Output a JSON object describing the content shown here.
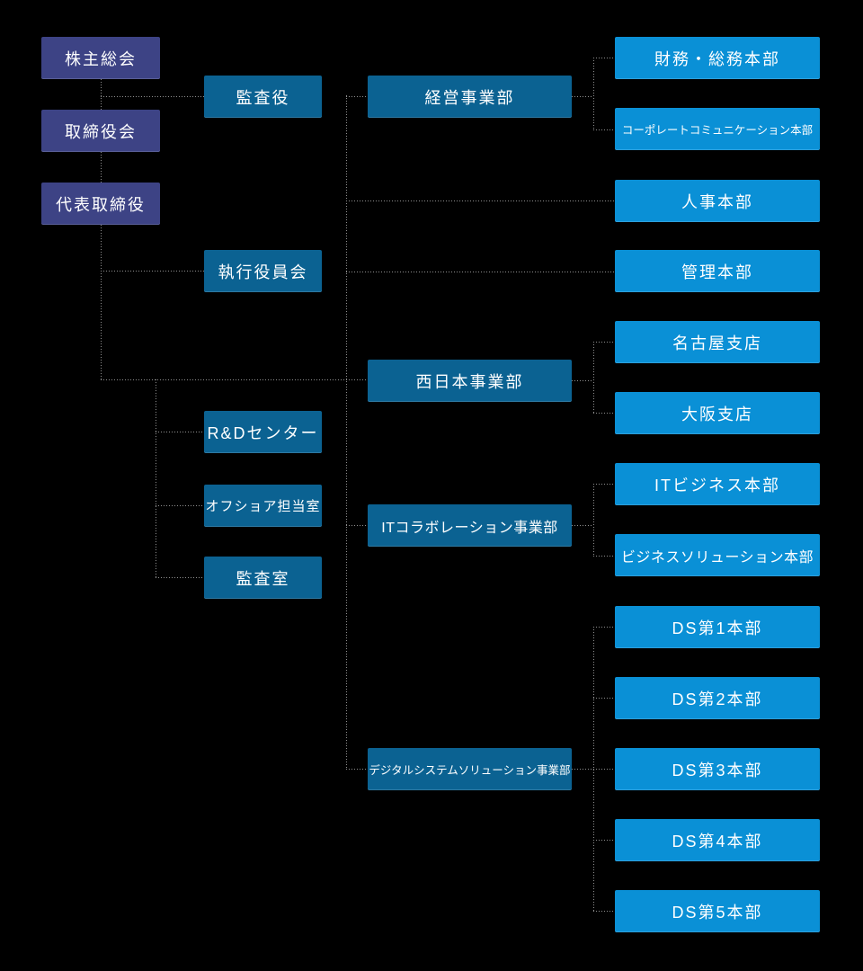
{
  "colors": {
    "background": "#000000",
    "governance_box": "#3d4385",
    "management_box": "#0b6292",
    "department_box": "#0a90d6",
    "connector_line": "#909090",
    "box_text": "#ffffff"
  },
  "nodes": {
    "shareholders_meeting": "株主総会",
    "board_of_directors": "取締役会",
    "representative_director": "代表取締役",
    "audit_officer": "監査役",
    "executive_officers_committee": "執行役員会",
    "rd_center": "R&Dセンター",
    "offshore_office": "オフショア担当室",
    "audit_office": "監査室",
    "management_division": "経営事業部",
    "west_japan_division": "西日本事業部",
    "it_collaboration_division": "ITコラボレーション事業部",
    "digital_system_solution_division": "デジタルシステムソリューション事業部",
    "finance_general_affairs_hq": "財務・総務本部",
    "corporate_communication_hq": "コーポレートコミュニケーション本部",
    "hr_hq": "人事本部",
    "admin_hq": "管理本部",
    "nagoya_branch": "名古屋支店",
    "osaka_branch": "大阪支店",
    "it_business_hq": "ITビジネス本部",
    "business_solution_hq": "ビジネスソリューション本部",
    "ds1_hq": "DS第1本部",
    "ds2_hq": "DS第2本部",
    "ds3_hq": "DS第3本部",
    "ds4_hq": "DS第4本部",
    "ds5_hq": "DS第5本部"
  },
  "hierarchy": {
    "株主総会": [
      "取締役会",
      "監査役"
    ],
    "取締役会": [
      "代表取締役"
    ],
    "代表取締役": [
      "執行役員会",
      "R&Dセンター",
      "オフショア担当室",
      "監査室",
      "人事本部",
      "管理本部",
      "経営事業部",
      "西日本事業部",
      "ITコラボレーション事業部",
      "デジタルシステムソリューション事業部"
    ],
    "経営事業部": [
      "財務・総務本部",
      "コーポレートコミュニケーション本部"
    ],
    "西日本事業部": [
      "名古屋支店",
      "大阪支店"
    ],
    "ITコラボレーション事業部": [
      "ITビジネス本部",
      "ビジネスソリューション本部"
    ],
    "デジタルシステムソリューション事業部": [
      "DS第1本部",
      "DS第2本部",
      "DS第3本部",
      "DS第4本部",
      "DS第5本部"
    ]
  }
}
